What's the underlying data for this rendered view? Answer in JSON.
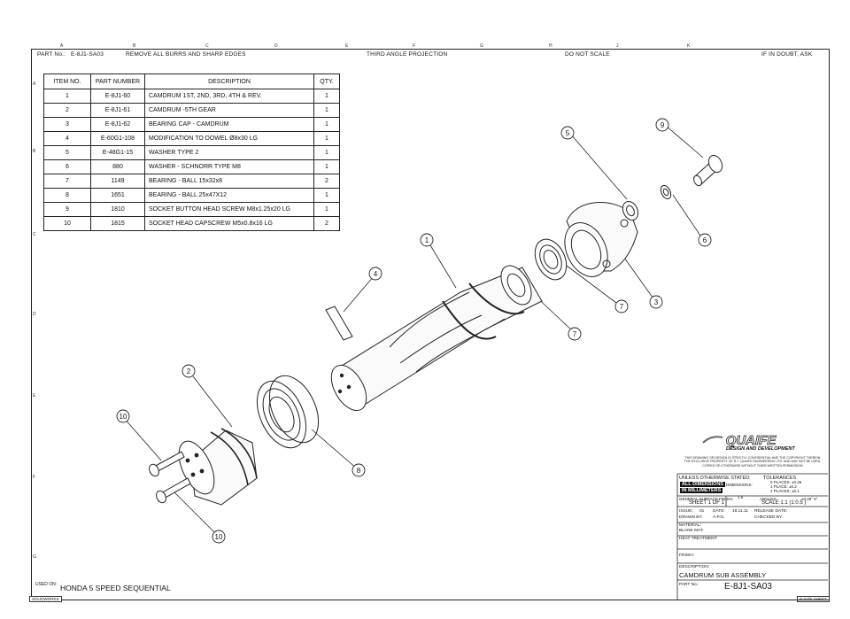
{
  "header": {
    "part_no_label": "PART No.:",
    "part_no_value": "E-8J1-SA03",
    "burrs_note": "REMOVE ALL BURRS AND SHARP EDGES",
    "projection": "THIRD ANGLE PROJECTION",
    "do_not_scale": "DO NOT SCALE",
    "if_in_doubt": "IF IN DOUBT, ASK"
  },
  "zones_top": [
    "A",
    "B",
    "C",
    "D",
    "E",
    "F",
    "G",
    "H",
    "J",
    "K"
  ],
  "zones_side": [
    "A",
    "B",
    "C",
    "D",
    "E",
    "F",
    "G"
  ],
  "bom": {
    "headers": [
      "ITEM NO.",
      "PART NUMBER",
      "DESCRIPTION",
      "QTY."
    ],
    "rows": [
      {
        "item": "1",
        "part": "E-8J1-60",
        "desc": "CAMDRUM 1ST, 2ND, 3RD, 4TH & REV.",
        "qty": "1"
      },
      {
        "item": "2",
        "part": "E-8J1-61",
        "desc": "CAMDRUM -5TH GEAR",
        "qty": "1"
      },
      {
        "item": "3",
        "part": "E-8J1-62",
        "desc": "BEARING CAP - CAMDRUM",
        "qty": "1"
      },
      {
        "item": "4",
        "part": "E-60G1-108",
        "desc": "MODIFICATION TO DOWEL  Ø8x30 LG",
        "qty": "1"
      },
      {
        "item": "5",
        "part": "E-48G1-15",
        "desc": "WASHER TYPE 2",
        "qty": "1"
      },
      {
        "item": "6",
        "part": "880",
        "desc": "WASHER - SCHNORR TYPE M8",
        "qty": "1"
      },
      {
        "item": "7",
        "part": "1149",
        "desc": "BEARING - BALL 15x32x8",
        "qty": "2"
      },
      {
        "item": "8",
        "part": "1651",
        "desc": "BEARING - BALL 25x47X12",
        "qty": "1"
      },
      {
        "item": "9",
        "part": "1810",
        "desc": "SOCKET BUTTON HEAD SCREW M8x1.25x20 LG",
        "qty": "1"
      },
      {
        "item": "10",
        "part": "1815",
        "desc": "SOCKET HEAD CAPSCREW M5x0.8x16 LG",
        "qty": "2"
      }
    ]
  },
  "balloons": [
    "1",
    "2",
    "3",
    "4",
    "5",
    "6",
    "7",
    "7",
    "8",
    "9",
    "10",
    "10"
  ],
  "title_block": {
    "logo_text": "QUAIFE",
    "brand": "DESIGN AND DEVELOPMENT",
    "notice": "THIS DRAWING OR DESIGN IS STRICTLY CONFIDENTIAL AND THE COPYRIGHT THEREIN THE EXCLUSIVE PROPERTY OF R.T. QUAIFE ENGINEERING LTD. AND MAY NOT BE USED, COPIED OR OTHERWISE WITHOUT THEIR WRITTEN PERMISSION",
    "unless": "UNLESS OTHERWISE STATED:",
    "tolerances": "TOLERANCES",
    "all_dims_1": "ALL DIMENSIONS",
    "all_dims_2": "IN MILLIMETERS",
    "dimensions_label": "DIMENSIONS:",
    "tol_0": "0 PLACES: ±0.25",
    "tol_1": "1 PLACE:  ±0.2",
    "tol_2": "2 PLACES: ±0.1",
    "surface_label": "GENERAL SURFACE FINISH:",
    "surface_value": "1.6",
    "angles_label": "ANGLES:",
    "angles_value": "±0.25° 5°",
    "sheet": "SHEET 1 OF 1",
    "scale": "SCALE 1:1 (1:0.5 )",
    "issue_label": "ISSUE:",
    "issue_value": "01",
    "date_label": "DATE:",
    "date_value": "18.11.11",
    "release_label": "RELEASE DATE:",
    "drawn_label": "DRAWN BY:",
    "drawn_value": "A.P.G.",
    "checked_label": "CHECKED BY:",
    "material_label": "MATERIAL:",
    "blank_label": "BLANK MAT:",
    "heat_label": "HEAT TREATMENT:",
    "finish_label": "FINISH:",
    "description_label": "DESCRIPTION:",
    "description_value": "CAMDRUM SUB ASSEMBLY",
    "part_no_label": "PART No.:",
    "part_no_value": "E-8J1-SA03"
  },
  "used_on_label": "USED ON:",
  "used_on_value": "HONDA 5 SPEED SEQUENTIAL",
  "solidworks_tag": "SOLIDWORKS",
  "sheet_tag": "B-SIZE SHEET"
}
